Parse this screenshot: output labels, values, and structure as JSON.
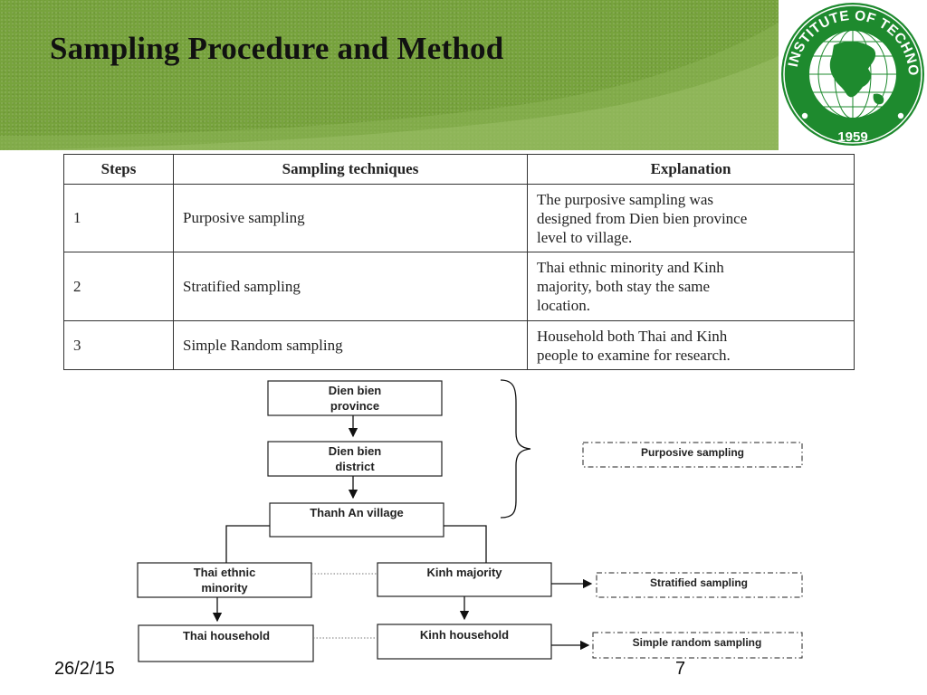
{
  "slide": {
    "title": "Sampling Procedure and Method",
    "date": "26/2/15",
    "page_number": "7"
  },
  "logo": {
    "arc_text": "ASIAN INSTITUTE OF TECHNOLOGY",
    "year": "1959",
    "icon": "globe-icon"
  },
  "table": {
    "headers": [
      "Steps",
      "Sampling techniques",
      "Explanation"
    ],
    "rows": [
      {
        "step": "1",
        "technique": "Purposive sampling",
        "explanation": [
          "The purposive sampling was",
          "designed from Dien bien province",
          "level to village."
        ]
      },
      {
        "step": "2",
        "technique": "Stratified sampling",
        "explanation": [
          "Thai ethnic minority and Kinh",
          "majority, both stay the same",
          "location."
        ]
      },
      {
        "step": "3",
        "technique": "Simple Random sampling",
        "explanation": [
          "Household both Thai and Kinh",
          "people to examine for research."
        ]
      }
    ]
  },
  "flowchart": {
    "province": [
      "Dien bien",
      "province"
    ],
    "district": [
      "Dien bien",
      "district"
    ],
    "village": "Thanh An village",
    "thai_minority": [
      "Thai ethnic",
      "minority"
    ],
    "kinh_majority": "Kinh majority",
    "thai_household": "Thai household",
    "kinh_household": "Kinh household",
    "purposive_label": "Purposive sampling",
    "stratified_label": "Stratified sampling",
    "random_label": "Simple random sampling"
  },
  "colors": {
    "header_green": "#77a33d",
    "logo_green": "#1e8a2e"
  }
}
